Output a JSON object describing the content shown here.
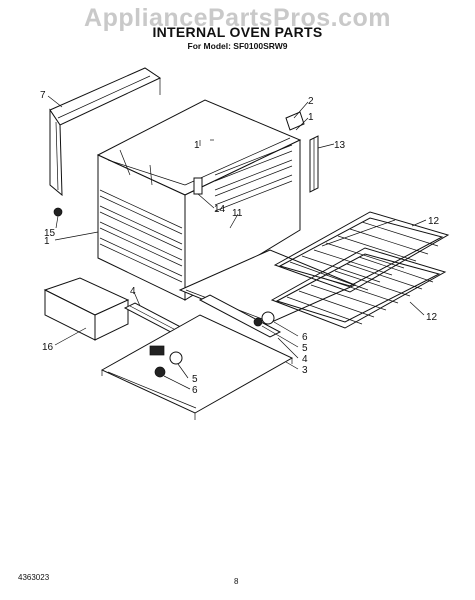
{
  "watermark": "AppliancePartsPros.com",
  "title": "INTERNAL OVEN PARTS",
  "model_line": "For Model: SF0100SRW9",
  "doc_number": "4363023",
  "page_number": "8",
  "callouts": {
    "c7": "7",
    "c2": "2",
    "c1_top": "1",
    "c13": "13",
    "c1_center": "1",
    "c14": "14",
    "c11": "11",
    "c15": "15",
    "c1_left": "1",
    "c12_top": "12",
    "c12_bottom": "12",
    "c4_left": "4",
    "c6_right": "6",
    "c5_right": "5",
    "c4_right": "4",
    "c3": "3",
    "c16": "16",
    "c5_bottom": "5",
    "c6_bottom": "6"
  }
}
